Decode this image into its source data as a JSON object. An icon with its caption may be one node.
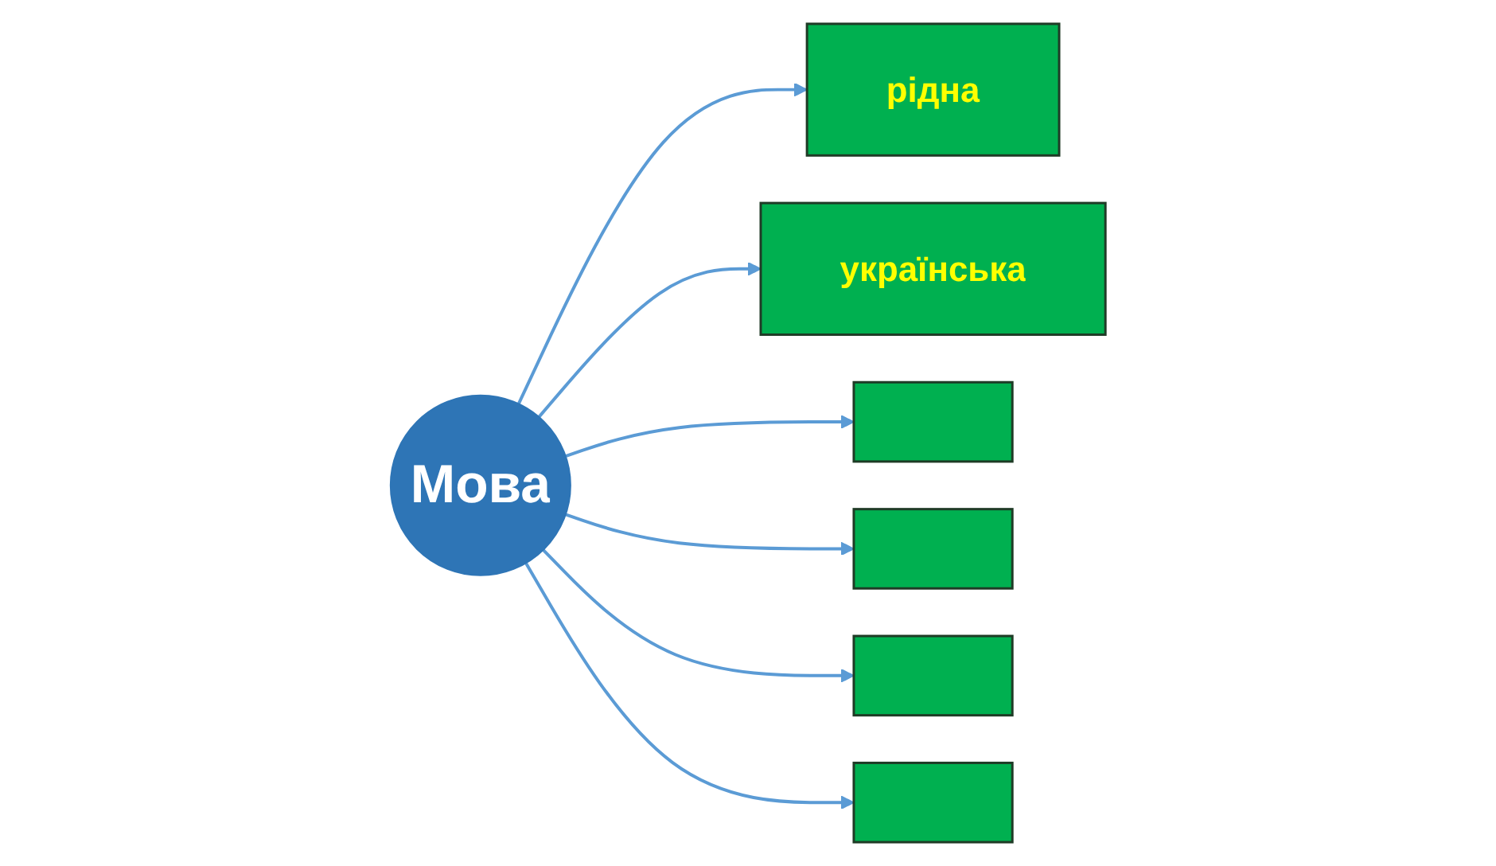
{
  "diagram": {
    "nodes": [
      {
        "text": [
          "рідна"
        ]
      },
      {
        "text": [
          "українська"
        ]
      },
      {
        "text": [],
        "shape": "box"
      },
      {
        "text": [
          "Мова"
        ]
      },
      {
        "text": [],
        "shape": "box"
      },
      {
        "text": [],
        "shape": "box"
      },
      {
        "text": [],
        "shape": "box"
      }
    ],
    "edges": [
      {
        "from": 3,
        "to": 0,
        "arrow": "to"
      },
      {
        "from": 3,
        "to": 1,
        "arrow": "to"
      },
      {
        "from": 3,
        "to": 2,
        "arrow": "to"
      },
      {
        "from": 3,
        "to": 4,
        "arrow": "to"
      },
      {
        "from": 3,
        "to": 5,
        "arrow": "to"
      },
      {
        "from": 3,
        "to": 6,
        "arrow": "to"
      }
    ]
  }
}
